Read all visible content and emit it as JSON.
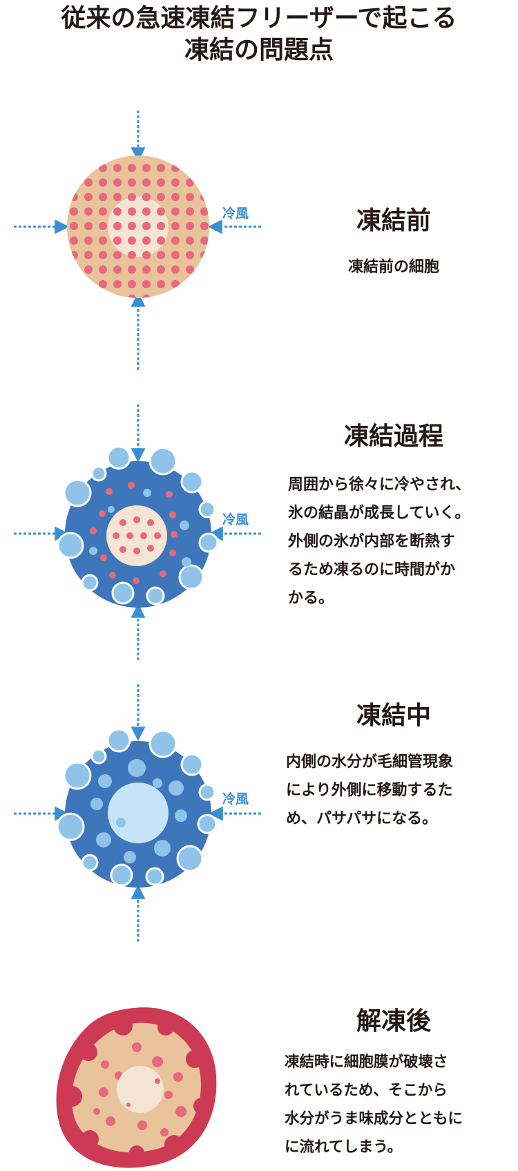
{
  "title": {
    "line1": "従来の急速凍結フリーザーで起こる",
    "line2": "凍結の問題点"
  },
  "colors": {
    "arrow": "#3a8fd4",
    "cell_skin": "#e8c39c",
    "cell_dot": "#e8697a",
    "nucleus": "#f3e4d3",
    "ice_dark": "#3d76bb",
    "ice_light": "#90c3ea",
    "water": "#c6e4f7",
    "damaged_rim": "#cc3a53"
  },
  "stages": [
    {
      "heading": "凍結前",
      "wind_label": "冷風",
      "lines": [
        "凍結前の細胞"
      ]
    },
    {
      "heading": "凍結過程",
      "wind_label": "冷風",
      "lines": [
        "周囲から徐々に冷やされ、",
        "氷の結晶が成長していく。",
        "外側の氷が内部を断熱す",
        "るため凍るのに時間がか",
        "かる。"
      ]
    },
    {
      "heading": "凍結中",
      "wind_label": "冷風",
      "lines": [
        "内側の水分が毛細管現象",
        "により外側に移動するた",
        "め、パサパサになる。"
      ]
    },
    {
      "heading": "解凍後",
      "lines": [
        "凍結時に細胞膜が破壊さ",
        "れているため、そこから",
        "水分がうま味成分とともに",
        "に流れてしまう。"
      ]
    }
  ]
}
